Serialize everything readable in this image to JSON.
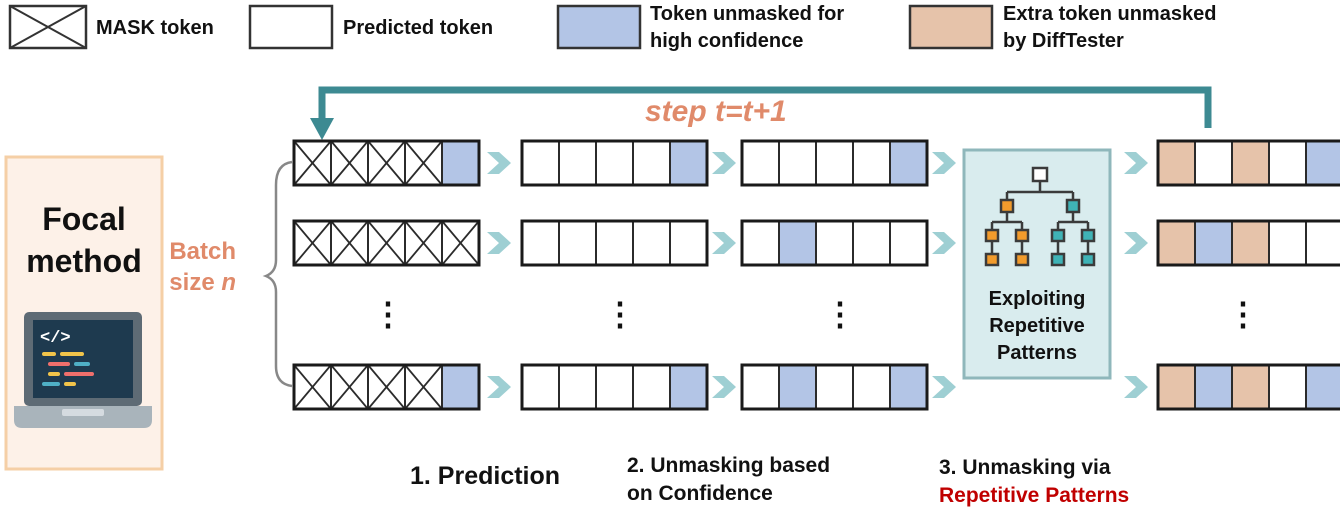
{
  "colors": {
    "teal": "#3d8a92",
    "orange_text": "#e08a6a",
    "blue_token": "#b3c5e6",
    "tan_token": "#e6c3aa",
    "red_text": "#c00000",
    "panel_fill": "#d9ecee",
    "panel_border": "#8fb7bb",
    "focal_border": "#f5cfa6",
    "focal_fill": "#fdf1e8",
    "chevron": "#9ecfd3"
  },
  "legend": {
    "mask": "MASK token",
    "predicted": "Predicted token",
    "blue_line1": "Token unmasked for",
    "blue_line2": "high confidence",
    "tan_line1": "Extra token unmasked",
    "tan_line2": "by DiffTester"
  },
  "loop_label": "step t=t+1",
  "focal": {
    "line1": "Focal",
    "line2": "method"
  },
  "batch": {
    "line1": "Batch",
    "line2": "size ",
    "var": "n"
  },
  "panel": {
    "line1": "Exploiting",
    "line2": "Repetitive",
    "line3": "Patterns"
  },
  "captions": {
    "c1": "1. Prediction",
    "c2_line1": "2. Unmasking based",
    "c2_line2": "on Confidence",
    "c3_line1": "3. Unmasking via",
    "c3_line2": "Repetitive Patterns"
  },
  "ellipsis": "⋮",
  "icons": {
    "focal": "laptop-code-icon",
    "panel": "tree-hierarchy-icon",
    "flow": "chevron-right-icon",
    "loop": "loop-arrow-icon"
  },
  "token_rows": {
    "stage1": [
      [
        "M",
        "M",
        "M",
        "M",
        "B"
      ],
      [
        "M",
        "M",
        "M",
        "M",
        "M"
      ],
      [
        "M",
        "M",
        "M",
        "M",
        "B"
      ]
    ],
    "stage2": [
      [
        "W",
        "W",
        "W",
        "W",
        "B"
      ],
      [
        "W",
        "W",
        "W",
        "W",
        "W"
      ],
      [
        "W",
        "W",
        "W",
        "W",
        "B"
      ]
    ],
    "stage3": [
      [
        "W",
        "W",
        "W",
        "W",
        "B"
      ],
      [
        "W",
        "B",
        "W",
        "W",
        "W"
      ],
      [
        "W",
        "B",
        "W",
        "W",
        "B"
      ]
    ],
    "stage4": [
      [
        "T",
        "W",
        "T",
        "W",
        "B"
      ],
      [
        "T",
        "B",
        "T",
        "W",
        "W"
      ],
      [
        "T",
        "B",
        "T",
        "W",
        "B"
      ]
    ]
  }
}
